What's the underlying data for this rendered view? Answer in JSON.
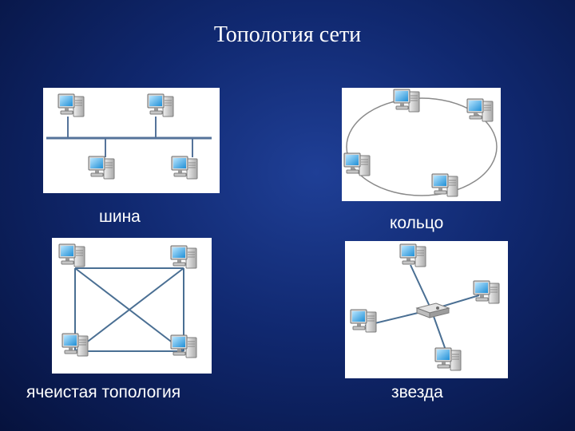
{
  "title": "Топология сети",
  "captions": {
    "bus": "шина",
    "ring": "кольцо",
    "mesh": "ячеистая топология",
    "star": "звезда"
  },
  "colors": {
    "background": "#10286f",
    "panel": "#ffffff",
    "link": "#4a6f93",
    "ring": "#8a8a8a",
    "screen": "#5ab8ea"
  },
  "icons": {
    "computer": "computer-icon",
    "hub": "network-hub-icon"
  }
}
